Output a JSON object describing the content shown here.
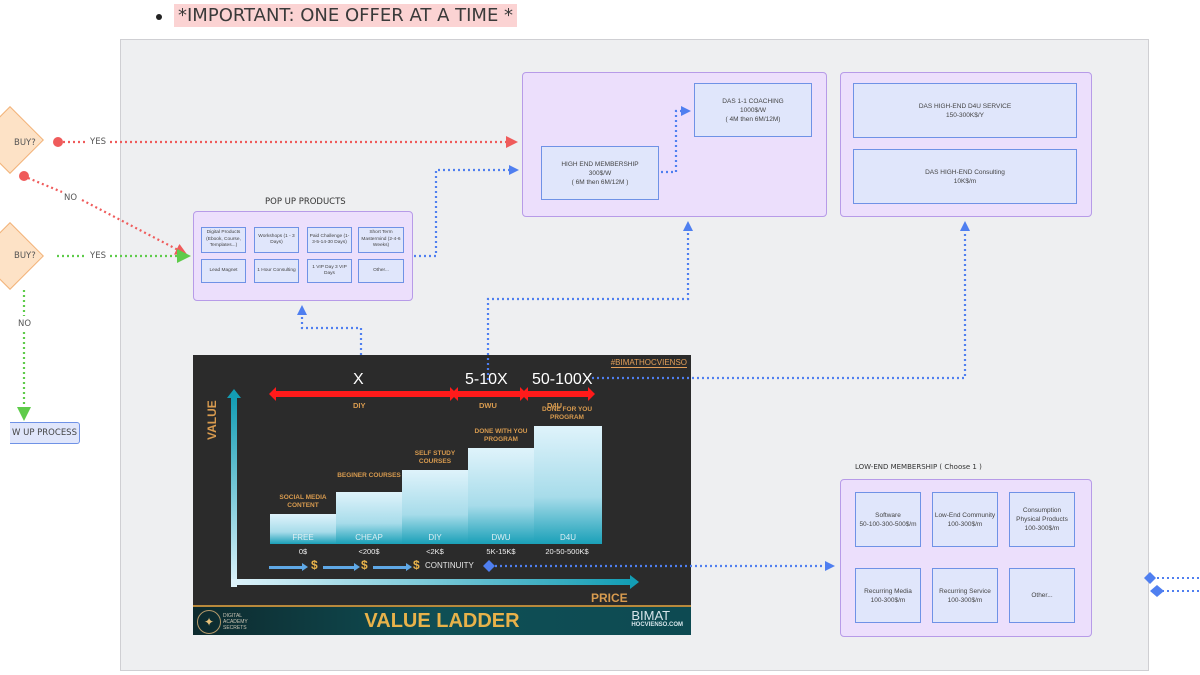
{
  "header": {
    "bullet_text": "*IMPORTANT: ONE OFFER AT A TIME *"
  },
  "decisions": [
    {
      "label": "BUY?",
      "yes_label": "YES",
      "no_label": "NO",
      "color": "#ef5b5b"
    },
    {
      "label": "BUY?",
      "yes_label": "YES",
      "no_label": "NO",
      "color": "#5ecb4a"
    }
  ],
  "followup": {
    "label": "W UP PROCESS"
  },
  "popup_products": {
    "title": "POP UP PRODUCTS",
    "items": [
      {
        "label": "Digital Products (Ebook, Course, Templates...)"
      },
      {
        "label": "Workshops (1 - 3 Days)"
      },
      {
        "label": "Paid Challenge (1-3-5-14-30 Days)"
      },
      {
        "label": "Short Term Mastermind (2-4-6 Weeks)"
      },
      {
        "label": "Lead Magnet"
      },
      {
        "label": "1 Hour Consulting"
      },
      {
        "label": "1 VIP Day 3 VIP Days"
      },
      {
        "label": "Other..."
      }
    ]
  },
  "high_end_group": {
    "membership": {
      "title": "HIGH END MEMBERSHIP",
      "price": "300$/W",
      "term": "( 6M then  6M/12M )"
    },
    "coaching": {
      "title": "DAS 1-1 COACHING",
      "price": "1000$/W",
      "term": "( 4M then 6M/12M)"
    }
  },
  "d4u_group": {
    "service": {
      "title": "DAS HIGH-END D4U SERVICE",
      "price": "150-300K$/Y"
    },
    "consulting": {
      "title": "DAS HIGH-END Consulting",
      "price": "10K$/m"
    }
  },
  "low_end_membership": {
    "title": "LOW-END MEMBERSHIP ( Choose 1 )",
    "items": [
      {
        "name": "Software",
        "price": "50-100-300-500$/m"
      },
      {
        "name": "Low-End Community",
        "price": "100-300$/m"
      },
      {
        "name": "Consumption Physical Products",
        "price": "100-300$/m"
      },
      {
        "name": "Recurring Media",
        "price": "100-300$/m"
      },
      {
        "name": "Recurring Service",
        "price": "100-300$/m"
      },
      {
        "name": "Other...",
        "price": ""
      }
    ]
  },
  "value_ladder": {
    "hashtag": "#BIMATHOCVIENSO",
    "multipliers": [
      {
        "label": "X",
        "category": "DIY"
      },
      {
        "label": "5-10X",
        "category": "DWU"
      },
      {
        "label": "50-100X",
        "category": "D4U"
      }
    ],
    "y_axis_label": "VALUE",
    "x_axis_label": "PRICE",
    "steps": [
      {
        "caption": "SOCIAL MEDIA CONTENT",
        "tier": "FREE",
        "price": "0$",
        "value_level": 1
      },
      {
        "caption": "BEGINER COURSES",
        "tier": "CHEAP",
        "price": "<200$",
        "value_level": 2
      },
      {
        "caption": "SELF STUDY COURSES",
        "tier": "DIY",
        "price": "<2K$",
        "value_level": 3
      },
      {
        "caption": "DONE WITH YOU PROGRAM",
        "tier": "DWU",
        "price": "5K-15K$",
        "value_level": 4
      },
      {
        "caption": "DONE  FOR YOU PROGRAM",
        "tier": "D4U",
        "price": "20-50-500K$",
        "value_level": 5
      }
    ],
    "flow_symbol": "$",
    "continuity_label": "CONTINUITY",
    "banner_title": "VALUE LADDER",
    "logo_text": "DIGITAL ACADEMY SECRETS",
    "brand_main": "BIMAT",
    "brand_sub": "HOCVIENSO.COM"
  },
  "colors": {
    "canvas": "#eeeff1",
    "group_fill": "#ecdffc",
    "node_fill": "#e0e6fb",
    "connector_blue": "#4f7ff0",
    "connector_red": "#ef5b5b",
    "connector_green": "#5ecb4a"
  }
}
